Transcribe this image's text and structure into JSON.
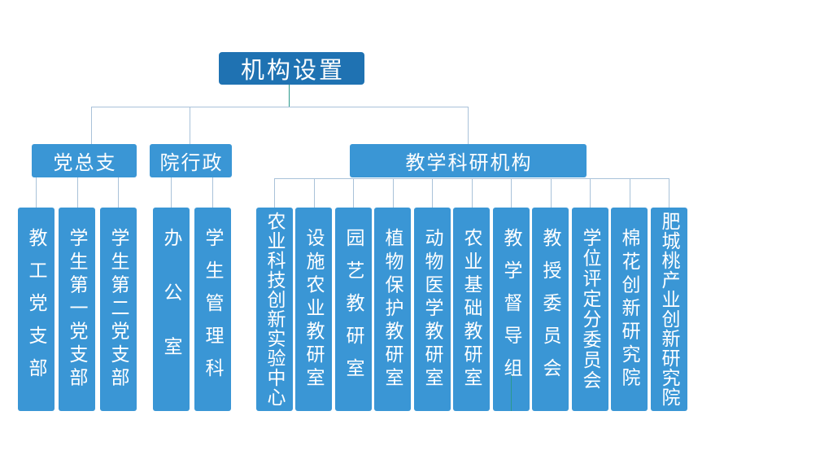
{
  "title": {
    "label": "机构设置"
  },
  "branches": [
    {
      "label": "党总支",
      "children": [
        "教工党支部",
        "学生第一党支部",
        "学生第二党支部"
      ]
    },
    {
      "label": "院行政",
      "children": [
        "办公室",
        "学生管理科"
      ]
    },
    {
      "label": "教学科研机构",
      "children": [
        "农业科技创新实验中心",
        "设施农业教研室",
        "园艺教研室",
        "植物保护教研室",
        "动物医学教研室",
        "农业基础教研室",
        "教学督导组",
        "教授委员会",
        "学位评定分委员会",
        "棉花创新研究院",
        "肥城桃产业创新研究院"
      ]
    }
  ],
  "colors": {
    "root_box": "#1F72B2",
    "node_box": "#3A96D5",
    "connector_line": "#A9C2D9",
    "accent_teal": "#2B998C",
    "text": "#FFFFFF",
    "background": "#FFFFFF"
  }
}
